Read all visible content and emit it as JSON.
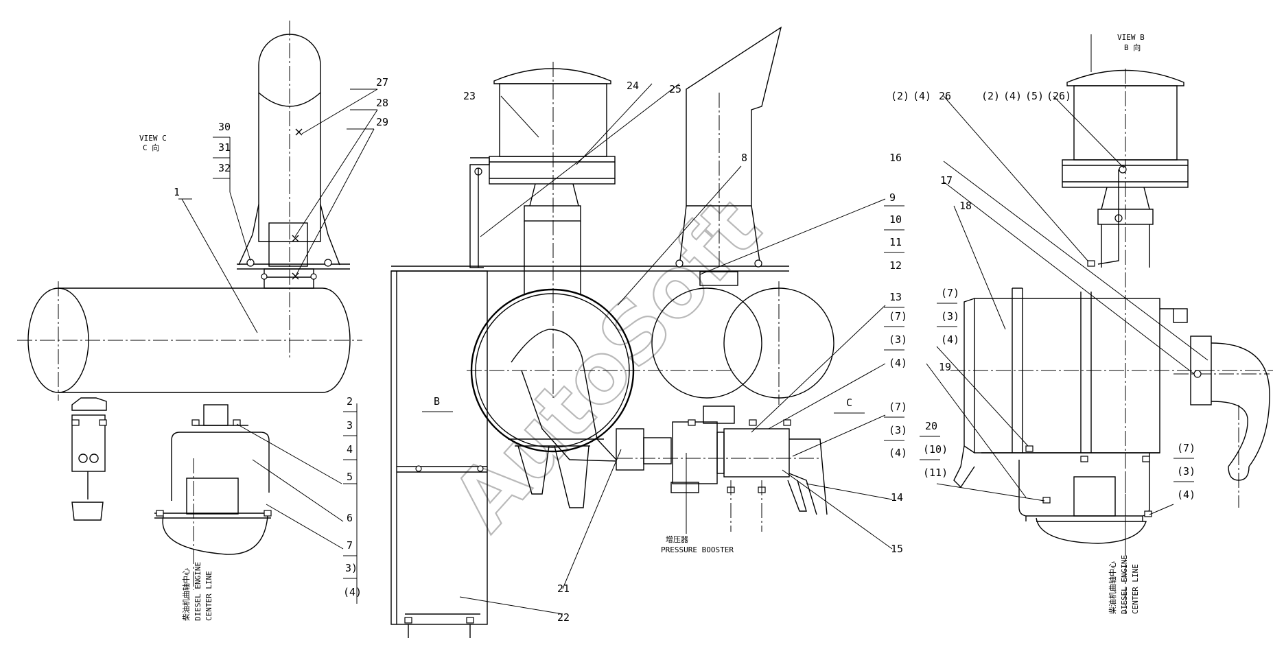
{
  "watermark": "AutoSoft",
  "view_c": {
    "title": "VIEW C",
    "cn": "C 向"
  },
  "view_b": {
    "title": "VIEW B",
    "cn": "B 向"
  },
  "marker_b": "B",
  "marker_c": "C",
  "booster": {
    "cn": "增压器",
    "en": "PRESSURE BOOSTER"
  },
  "centerline_left": {
    "cn": "柴油机曲轴中心",
    "en1": "DIESEL ENGINE",
    "en2": "CENTER LINE"
  },
  "centerline_right": {
    "cn": "柴油机曲轴中心",
    "en1": "DIESEL ENGINE",
    "en2": "CENTER LINE"
  },
  "labels": {
    "n1": "1",
    "n2": "2",
    "n3": "3",
    "n4": "4",
    "n5": "5",
    "n6": "6",
    "n7": "7",
    "n3p": "3)",
    "n4p": "(4)",
    "n8": "8",
    "n9": "9",
    "n10": "10",
    "n11": "11",
    "n12": "12",
    "n13": "13",
    "n7p_a": "(7)",
    "n3p_a": "(3)",
    "n4p_a": "(4)",
    "n7p_b": "(7)",
    "n3p_b": "(3)",
    "n4p_b": "(4)",
    "n14": "14",
    "n15": "15",
    "n16": "16",
    "n17": "17",
    "n18": "18",
    "n19": "19",
    "n20": "20",
    "n10p": "(10)",
    "n11p": "(11)",
    "n21": "21",
    "n22": "22",
    "n23": "23",
    "n24": "24",
    "n25": "25",
    "n26": "26",
    "n27": "27",
    "n28": "28",
    "n29": "29",
    "n30": "30",
    "n31": "31",
    "n32": "32",
    "r_2a": "(2)",
    "r_4a": "(4)",
    "r_26a": "26",
    "r_2b": "(2)",
    "r_4b": "(4)",
    "r_5b": "(5)",
    "r_26b": "(26)",
    "r_7a": "(7)",
    "r_3a": "(3)",
    "r_4c": "(4)",
    "r_7b": "(7)",
    "r_3b": "(3)",
    "r_4d": "(4)"
  }
}
